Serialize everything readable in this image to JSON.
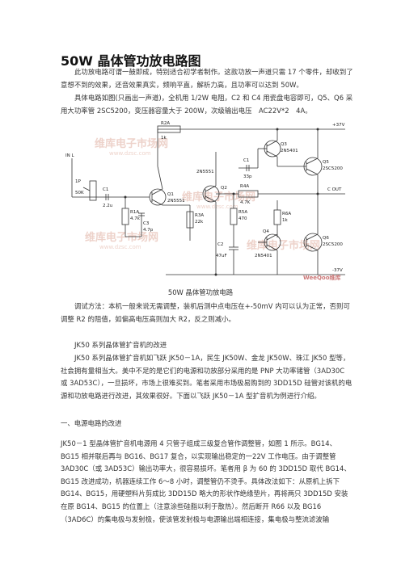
{
  "title": "50W 晶体管功放电路图",
  "intro_para1": "此功放电路可谓一鼓即成，特别适合初学者制作。这款功放一声道只需 17 个零件，却收到了意想不到的效果，还音效果真实，频响平直，解析力高，且功率可以达到 50W。",
  "intro_para2": "具体电路如图(只画出一声道)，全机用 1/2W 电阻，C2 和 C4 用瓷盘电容即可，Q5、Q6 采用大功率管 2SC5200，变压器容量大于 200W，次级输出电压　AC22V*2　4A。",
  "figure": {
    "caption": "50W 晶体管功放电路",
    "watermark": "维库电子市场网",
    "watermark_url": "www.dzsc.com",
    "brand": "WeeQoo维库",
    "labels": {
      "plus_v": "+37V",
      "r2a": "R2A",
      "r2a_val": "1k",
      "in": "IN L",
      "vr": "1P",
      "vr_val": "50K",
      "c1": "C1",
      "c1_val": "2.2u",
      "r1a": "R1A",
      "r1a_val": "4.7k",
      "c3": "C3",
      "c3_val": "4.7p",
      "q1": "Q1",
      "q1_type": "2N5551",
      "q2": "Q2",
      "q2_type": "2N5551",
      "r3a": "R3A",
      "r3a_val": "22k",
      "r4a": "R4A",
      "r4a_val": "4.7K",
      "r5a": "R5A",
      "r5a_val": "470",
      "c1b": "C1",
      "c1b_val": "33p",
      "c2": "C2",
      "c2_val": "47uF",
      "q3": "Q3",
      "q3_type": "2N5401",
      "q4": "Q4",
      "q4_type": "2N5401",
      "q5": "Q5",
      "q5_type": "2SC5200",
      "q6": "Q6",
      "q6_type": "2SC5200",
      "r6a": "R6A",
      "r6a_val": "1k",
      "out": "C OUT",
      "neg_v": "-37V"
    }
  },
  "debug_para": "调试方法：本机一般来说无需调整，装机后测中点电压在+-50mV 内可以认为正常，否则可调整 R2 的阻值，如偏高电压高则加大 R2，反之则减小。",
  "jk50_heading": "JK50 系列晶体管扩音机的改进",
  "jk50_para": "JK50 系列晶体管扩音机如飞跃 JK50－1A，民生 JK50W、金龙 JK50W、珠江 JK50 型等，社会拥有量相当大。美中不足的是它们的电源和功放部分采用的是 PNP 大功率锗管（3AD30C 或 3AD53C），一旦损坏，市场上很难买到。笔者采用市场极易购到的 3DD15D 硅管对该机的电源和功放电路进行改进，其效果很好。下面以飞跃 JK50－1A 型扩音机为例进行介绍。",
  "section1_heading": "一、电源电路的改进",
  "section1_para": "JK50－1 型晶体管扩音机电源用 4 只管子组成三级复合管作调整管，如图 1 所示。BG14、BG15 相并联后再与 BG16、BG17 复合，以实现输出稳定的一22V 工作电压。由于调整管 3AD30C（或 3AD53C）输出功率大，很容易损坏。笔者用 β 为 60 的 3DD15D 取代 BG14、BG15 改进成功，机器连续工作 6～8 小时，调整管仍不烫手。具体改法如下：从原机上拆下 BG14、BG15，用硬塑料片剪成比 3DD15D 略大的形状作绝缘垫片，再将两只 3DD15D 安装在原 BG14、BG15 的位置上（注意涂些硅脂以利于散热）。然后断开 R66 以及 BG16（3AD6C）的集电极与发射极，使该管发射极与电源输出端相连接，集电极与整流滤波输"
}
